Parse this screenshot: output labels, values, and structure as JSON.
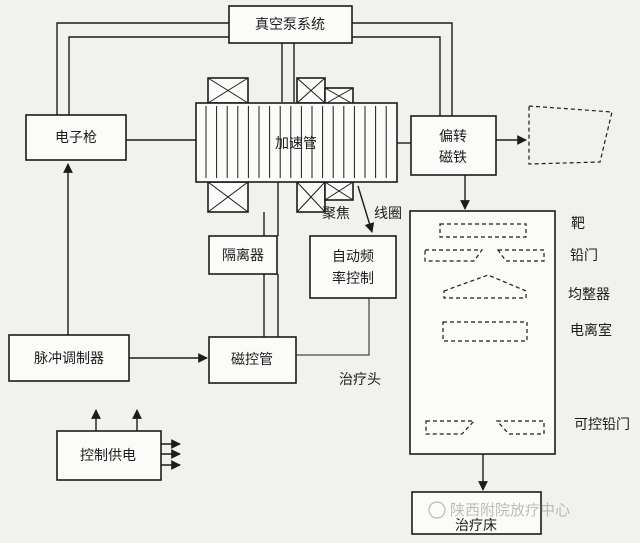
{
  "boxes": {
    "vacuum_pump": "真空泵系统",
    "electron_gun": "电子枪",
    "accelerator": "加速管",
    "bending_magnet_1": "偏转",
    "bending_magnet_2": "磁铁",
    "isolator": "隔离器",
    "afc_1": "自动频",
    "afc_2": "率控制",
    "pulse_modulator": "脉冲调制器",
    "magnetron": "磁控管",
    "power_control": "控制供电",
    "treatment_couch": "治疗床"
  },
  "labels": {
    "focus_coil_1": "聚焦",
    "focus_coil_2": "线圈",
    "treatment_head": "治疗头",
    "target": "靶",
    "lead_gate": "铅门",
    "flattener": "均整器",
    "ion_chamber": "电离室",
    "collimator": "可控铅门"
  },
  "watermark": "陕西附院放疗中心"
}
